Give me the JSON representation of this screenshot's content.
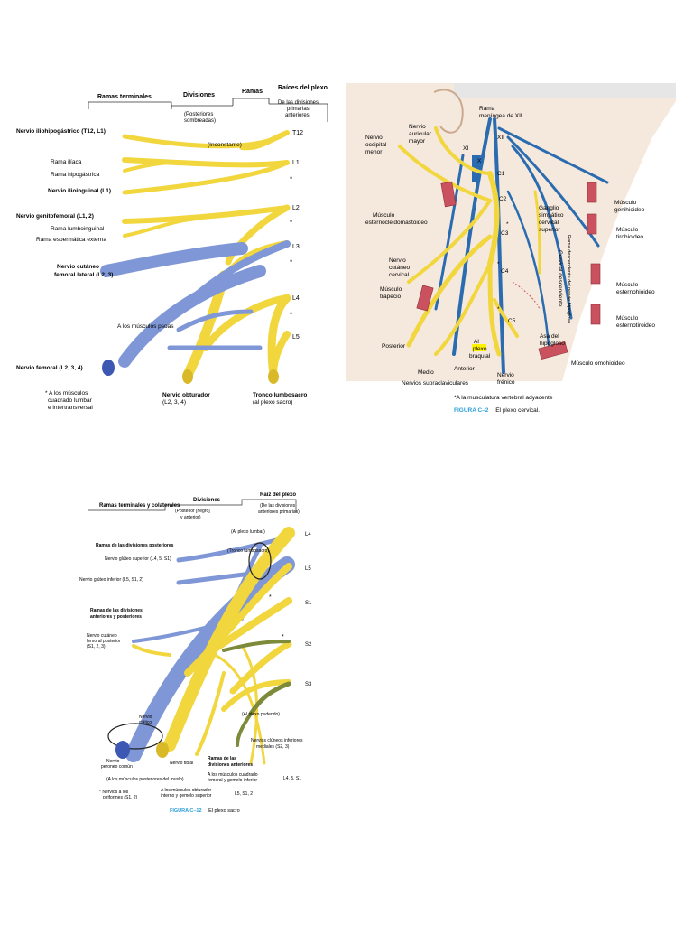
{
  "lumbar": {
    "headers": {
      "ramas_terminales": "Ramas terminales",
      "divisiones": "Divisiones",
      "divisiones_sub1": "(Posteriores",
      "divisiones_sub2": "sombreadas)",
      "ramas": "Ramas",
      "raices": "Raíces del plexo",
      "raices_sub1": "De las divisiones",
      "raices_sub2": "primarias",
      "raices_sub3": "anteriores"
    },
    "roots": [
      "T12",
      "L1",
      "L2",
      "L3",
      "L4",
      "L5"
    ],
    "labels": {
      "iliohipo": "Nervio iliohipogástrico (T12, L1)",
      "inconstante": "(Inconstante)",
      "iliaca": "Rama ilíaca",
      "hipogastrica": "Rama hipogástrica",
      "ilioinguinal": "Nervio ilioinguinal (L1)",
      "genitofemoral": "Nervio genitofemoral (L1, 2)",
      "lumboinguinal": "Rama lumboinguinal",
      "espermatica": "Rama espermática externa",
      "cutaneo1": "Nervio cutáneo",
      "cutaneo2": "femoral lateral (L2, 3)",
      "psoas": "A los músculos psoas",
      "femoral": "Nervio femoral (L2, 3, 4)",
      "obturador": "Nervio obturador",
      "obturador_sub": "(L2, 3, 4)",
      "tronco": "Tronco lumbosacro",
      "tronco_sub": "(al plexo sacro)",
      "note1": "* A los músculos",
      "note2": "cuadrado lumbar",
      "note3": "e intertransversal",
      "star": "*"
    }
  },
  "cervical": {
    "labels": {
      "rama_meningea1": "Rama",
      "rama_meningea2": "meníngea de XII",
      "auricular1": "Nervio",
      "auricular2": "auricular",
      "auricular3": "mayor",
      "occipital1": "Nervio",
      "occipital2": "occipital",
      "occipital3": "menor",
      "xii": "XII",
      "xi": "XI",
      "x": "X",
      "c1": "C1",
      "c2": "C2",
      "c3": "C3",
      "c4": "C4",
      "c5": "C5",
      "ganglio1": "Ganglio",
      "ganglio2": "simpático",
      "ganglio3": "cervical",
      "ganglio4": "superior",
      "cervical_desc": "Cervical descendente",
      "rama_desc": "Rama descendente del nervio hipogloso",
      "genihioideo1": "Músculo",
      "genihioideo2": "genihioideo",
      "tirohioideo1": "Músculo",
      "tirohioideo2": "tirohioideo",
      "esternohioideo1": "Músculo",
      "esternohioideo2": "esternohioideo",
      "esternotiroideo1": "Músculo",
      "esternotiroideo2": "esternotiroideo",
      "esternocleido1": "Músculo",
      "esternocleido2": "esternocleidomastoideo",
      "cutaneo_cerv1": "Nervio",
      "cutaneo_cerv2": "cutáneo",
      "cutaneo_cerv3": "cervical",
      "trapecio1": "Músculo",
      "trapecio2": "trapecio",
      "asa1": "Asa del",
      "asa2": "hipogloso",
      "omohioideo": "Músculo omohioideo",
      "posterior": "Posterior",
      "medio": "Medio",
      "anterior": "Anterior",
      "supraclav": "Nervios supraclaviculares",
      "frenico1": "Nervio",
      "frenico2": "frénico",
      "braquial1": "Al",
      "braquial2": "plexo",
      "braquial3": "braquial",
      "footnote": "*A la musculatura vertebral adyacente",
      "fig_label": "FIGURA C–2",
      "fig_pre": "El ",
      "fig_hl": "plexo",
      "fig_post": " cervical.",
      "star": "*"
    }
  },
  "sacral": {
    "headers": {
      "ramas_terminales": "Ramas terminales y colaterales",
      "divisiones": "Divisiones",
      "divisiones_sub1": "(Posterior [negro]",
      "divisiones_sub2": "y anterior)",
      "raiz": "Raíz del plexo",
      "raiz_sub1": "(De las divisiones",
      "raiz_sub2": "anteriores primarias)"
    },
    "roots": [
      "L4",
      "L5",
      "S1",
      "S2",
      "S3"
    ],
    "labels": {
      "al_lumbar": "(Al plexo lumbar)",
      "tronco": "(Tronco lumbosacro)",
      "post_title": "Ramas de las divisiones posteriores",
      "gluteo_sup": "Nervio glúteo superior (L4, 5, S1)",
      "gluteo_inf": "Nervio glúteo inferior (L5, S1, 2)",
      "ant_post1": "Ramas de las divisiones",
      "ant_post2": "anteriores y posteriores",
      "cutaneo1": "Nervio cutáneo",
      "cutaneo2": "femoral posterior",
      "cutaneo3": "(S1, 2, 3)",
      "ciatico1": "Nervio",
      "ciatico2": "ciático",
      "pudendo": "(Al plexo pudendo)",
      "clunes1": "Nervios clúneos inferiores",
      "clunes2": "mediales (S2, 3)",
      "peroneo1": "Nervio",
      "peroneo2": "peroneo común",
      "tibial": "Nervio tibial",
      "ant_title1": "Ramas de las",
      "ant_title2": "divisiones anteriores",
      "cuadrado1": "A los músculos cuadrado",
      "cuadrado2": "femoral y gemelo inferior",
      "cuadrado_roots": "L4, 5, S1",
      "obt1": "A los músculos obturador",
      "obt2": "interno y gemelo superior",
      "obt_roots": "L5, S1, 2",
      "post_muslo": "(A los músculos posteriores del muslo)",
      "piriforme1": "* Nervios a los",
      "piriforme2": "piriformes (S1, 2)",
      "fig_label": "FIGURA C–12",
      "fig_title": "El plexo sacro",
      "star": "*"
    }
  },
  "colors": {
    "nerve_yellow": "#f7e15c",
    "nerve_yellow_edge": "#d9b928",
    "nerve_blue": "#7f97d6",
    "nerve_blue_dark": "#3d58b3",
    "vessel_blue": "#2b6cb0",
    "muscle_red": "#c9525e",
    "skin": "#f5e8dc",
    "olive": "#7d8a3a",
    "caption_blue": "#2aa0d8"
  }
}
